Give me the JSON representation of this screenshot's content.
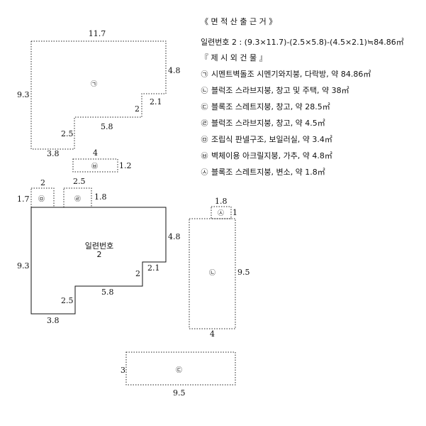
{
  "legend": {
    "title": "《 면 적 산 출 근 거 》",
    "formula": "일련번호 2 : (9.3×11.7)-(2.5×5.8)-(4.5×2.1)≒84.86㎡",
    "exclusions_title": "『 제 시 외 건 물 』",
    "items": [
      {
        "symbol": "㉠",
        "text": "시멘트벽돌조 시멘기와지붕, 다락방, 약 84.86㎡"
      },
      {
        "symbol": "㉡",
        "text": "블럭조 스라브지붕, 창고 및 주택, 약 38㎡"
      },
      {
        "symbol": "㉢",
        "text": "블록조 스레트지붕, 창고, 약 28.5㎡"
      },
      {
        "symbol": "㉣",
        "text": "블럭조 스라브지붕, 창고, 약 4.5㎡"
      },
      {
        "symbol": "㉤",
        "text": "조립식 판넬구조, 보일러실, 약 3.4㎡"
      },
      {
        "symbol": "㉥",
        "text": "벽체이용 아크릴지붕, 가추, 약 4.8㎡"
      },
      {
        "symbol": "㉦",
        "text": "블록조 스레트지붕, 변소, 약 1.8㎡"
      }
    ]
  },
  "drawing": {
    "top_plan": {
      "symbol": "㉠",
      "dims": {
        "top": "11.7",
        "left": "9.3",
        "right": "4.8",
        "step1": "2.1",
        "step1_v": "2",
        "mid": "5.8",
        "step2_v": "2.5",
        "bottom": "3.8"
      }
    },
    "annex_h": {
      "symbol": "㉥",
      "w": "4",
      "h": "1.2"
    },
    "annex_d": {
      "symbol": "㉤",
      "w": "2",
      "h": "1.7"
    },
    "annex_c": {
      "symbol": "㉣",
      "w": "2.5",
      "h": "1.8"
    },
    "main_plan": {
      "label_line1": "일련번호",
      "label_line2": "2",
      "dims": {
        "left": "9.3",
        "right": "4.8",
        "step1": "2.1",
        "step1_v": "2",
        "mid": "5.8",
        "step2_v": "2.5",
        "bottom": "3.8"
      }
    },
    "annex_s": {
      "symbol": "㉦",
      "w": "1.8",
      "h": "1"
    },
    "annex_b": {
      "symbol": "㉡",
      "w": "4",
      "h": "9.5"
    },
    "annex_e": {
      "symbol": "㉢",
      "w": "9.5",
      "h": "3"
    }
  }
}
